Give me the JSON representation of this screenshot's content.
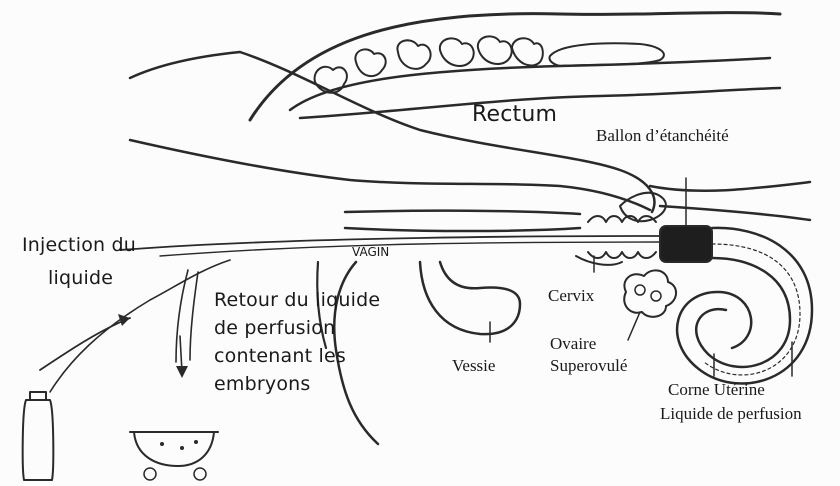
{
  "labels": {
    "rectum": "Rectum",
    "ballon": "Ballon d’étanchéité",
    "injection_line1": "Injection du",
    "injection_line2": "liquide",
    "vagin": "VAGIN",
    "retour_line1": "Retour du liquide",
    "retour_line2": "de perfusion",
    "retour_line3": "contenant les",
    "retour_line4": "embryons",
    "cervix": "Cervix",
    "ovaire_line1": "Ovaire",
    "ovaire_line2": "Superovulé",
    "vessie": "Vessie",
    "corne": "Corne Utérine",
    "liquide_perfusion": "Liquide de perfusion"
  },
  "colors": {
    "ink": "#2a2a2a",
    "paper": "#fcfcfc",
    "balloon": "#1e1e1e"
  }
}
